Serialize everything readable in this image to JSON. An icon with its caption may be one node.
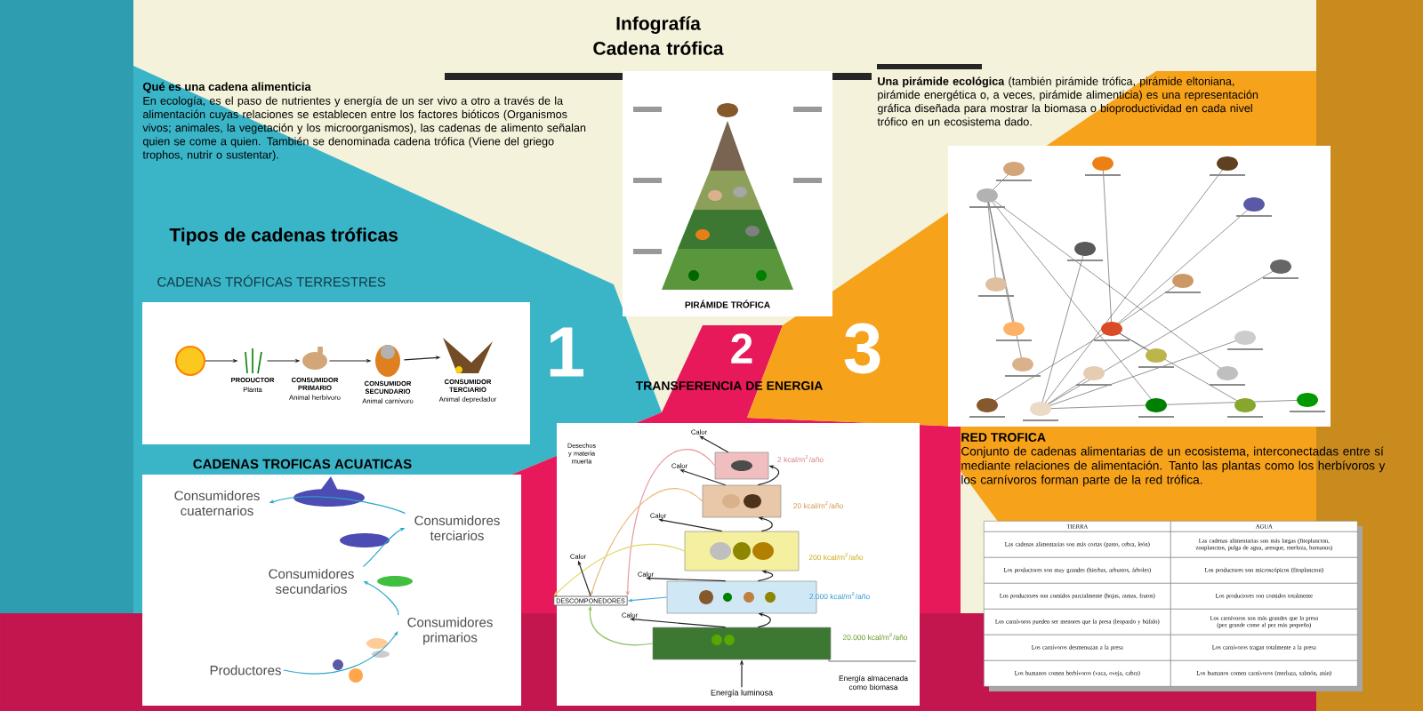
{
  "diagram": {
    "title": "Infografía Cadena trófica",
    "nodes": [
      {
        "text": [],
        "shape": "circle"
      },
      {
        "text": [
          "PRODUCTOR",
          "Planta"
        ]
      },
      {
        "text": [
          "CONSUMIDOR PRIMARIO",
          "Animal herbívoro"
        ]
      },
      {
        "text": [
          "CONSUMIDOR SECUNDARIO",
          "Animal carnívoro"
        ]
      },
      {
        "text": [
          "CONSUMIDOR TERCIARIO",
          "Animal depredador"
        ]
      },
      {
        "text": [
          "Productores"
        ]
      },
      {
        "text": [
          "Consumidores primarios"
        ]
      },
      {
        "text": [
          "Consumidores secundarios"
        ]
      },
      {
        "text": [
          "Consumidores terciarios"
        ]
      },
      {
        "text": [
          "Consumidores cuaternarios"
        ]
      },
      {
        "text": [
          "DESCOMPONEDORES"
        ]
      },
      {
        "text": [],
        "shape": "trapezoid",
        "beside": [
          "2 kcal/m$^{2}$/año"
        ]
      },
      {
        "text": [],
        "shape": "trapezoid",
        "beside": [
          "20 kcal/m$^{2}$/año"
        ]
      },
      {
        "text": [],
        "shape": "trapezoid",
        "beside": [
          "200 kcal/m$^{2}$/año"
        ]
      },
      {
        "text": [],
        "shape": "trapezoid",
        "beside": [
          "2.000 kcal/m$^{2}$/año"
        ]
      },
      {
        "text": [],
        "shape": "trapezoid",
        "beside": [
          "20.000 kcal/m$^{2}$/año"
        ]
      },
      {
        "text": [
          "Energía luminosa"
        ]
      },
      {
        "text": [
          "Calor"
        ]
      },
      {
        "text": [
          "Calor"
        ]
      },
      {
        "text": [
          "Calor"
        ]
      },
      {
        "text": [
          "Calor"
        ]
      },
      {
        "text": [
          "Calor"
        ]
      },
      {
        "text": [
          "Calor"
        ]
      }
    ],
    "edges": [
      {
        "from": 0,
        "to": 1,
        "arrow": "to"
      },
      {
        "from": 1,
        "to": 2,
        "arrow": "to"
      },
      {
        "from": 2,
        "to": 3,
        "arrow": "to"
      },
      {
        "from": 3,
        "to": 4,
        "arrow": "to"
      },
      {
        "from": 5,
        "to": 6,
        "arrow": "to",
        "color": "#2aa7c9"
      },
      {
        "from": 6,
        "to": 7,
        "arrow": "to",
        "color": "#2aa7c9"
      },
      {
        "from": 7,
        "to": 8,
        "arrow": "to",
        "color": "#2aa7c9"
      },
      {
        "from": 8,
        "to": 9,
        "arrow": "to",
        "color": "#2aa7c9"
      },
      {
        "from": 11,
        "to": 10,
        "arrow": "to",
        "color": "#e89aa0"
      },
      {
        "from": 12,
        "to": 10,
        "arrow": "to",
        "color": "#e8b878"
      },
      {
        "from": 13,
        "to": 10,
        "arrow": "to",
        "color": "#e0d860"
      },
      {
        "from": 14,
        "to": 10,
        "arrow": "to",
        "color": "#4aa8e0"
      },
      {
        "from": 15,
        "to": 10,
        "arrow": "to",
        "color": "#8cc060"
      },
      {
        "from": 16,
        "to": 15,
        "arrow": "to"
      },
      {
        "from": 15,
        "to": 14,
        "arrow": "to"
      },
      {
        "from": 14,
        "to": 13,
        "arrow": "to"
      },
      {
        "from": 13,
        "to": 12,
        "arrow": "to"
      },
      {
        "from": 12,
        "to": 11,
        "arrow": "to"
      },
      {
        "from": 11,
        "to": 17,
        "arrow": "to"
      },
      {
        "from": 12,
        "to": 18,
        "arrow": "to"
      },
      {
        "from": 13,
        "to": 19,
        "arrow": "to"
      },
      {
        "from": 10,
        "to": 20,
        "arrow": "to"
      },
      {
        "from": 14,
        "to": 21,
        "arrow": "to"
      },
      {
        "from": 15,
        "to": 22,
        "arrow": "to"
      }
    ],
    "labels": [
      "Qué es una cadena alimenticia",
      "En ecología, es el paso de nutrientes y energía de un ser vivo a otro a través de la alimentación cuyas relaciones se establecen entre los factores bióticos (Organismos vivos; animales, la vegetación y los microorganismos), las cadenas de alimento señalan quien se come a quien. También se denominada cadena trófica (Viene del griego trophos, nutrir o sustentar).",
      "**Una pirámide ecológica** (también pirámide trófica, pirámide eltoniana, pirámide energética o, a veces, pirámide alimenticia) es una representación gráfica diseñada para mostrar la biomasa o bioproductividad en cada nivel trófico en un ecosistema dado.",
      "Tipos de cadenas tróficas",
      "CADENAS TRÓFICAS TERRESTRES",
      "1",
      "PIRÁMIDE TRÓFICA",
      "2",
      "TRANSFERENCIA DE ENERGIA",
      "3",
      "CADENAS TROFICAS ACUATICAS",
      "RED TROFICA",
      "Conjunto de cadenas alimentarias de un ecosistema, interconectadas entre sí mediante relaciones de alimentación. Tanto las plantas como los herbívoros y los carnívoros forman parte de la red trófica.",
      "Desechos y materia muerta",
      "Energía almacenada como biomasa",
      "TIERRA",
      "AGUA",
      "Las cadenas alimentarias son más cortas (pasto, cebra, león)",
      "Las cadenas alimentarias son más largas (fitoplancton, zooplancton, pulga de agua, arenque, merluza, humanos)",
      "Los productores son muy grandes (hierbas, arbustos, árboles)",
      "Los productores son microscópicos (fitoplancton)",
      "Los productores son comidos parcialmente (hojas, ramas, frutos)",
      "Los productores son comidos totalmente",
      "Los carnívoros pueden ser menores que la presa (leopardo y búfalo)",
      "Los carnívoros son más grandes que la presa (pez grande come al pez más pequeño)",
      "Los carnívoros desmenuzan a la presa",
      "Los carnívoros tragan totalmente a la presa",
      "Los humanos comen herbívoros (vaca, oveja, cabra)",
      "Los humanos comen carnívoros (merluza, salmón, atún)"
    ]
  }
}
